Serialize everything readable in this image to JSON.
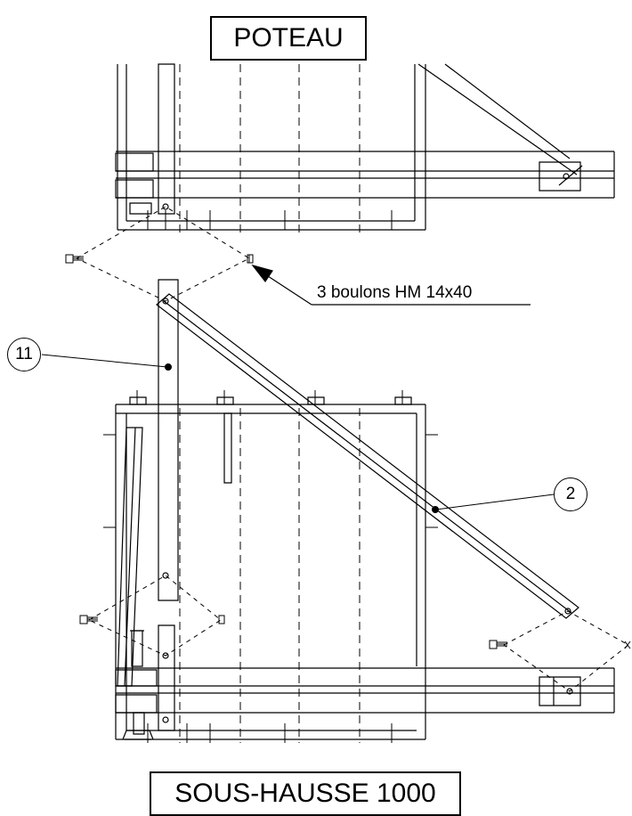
{
  "labels": {
    "top_title": "POTEAU",
    "bottom_title": "SOUS-HAUSSE 1000",
    "bolt_note": "3 boulons HM 14x40",
    "part_11": "11",
    "part_2": "2"
  },
  "colors": {
    "ink": "#000000",
    "paper": "#ffffff"
  }
}
